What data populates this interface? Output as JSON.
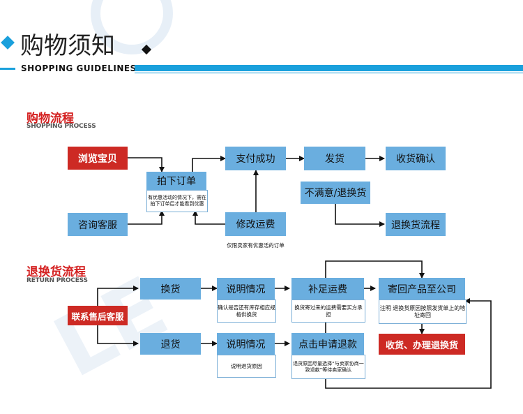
{
  "header": {
    "title": "购物须知",
    "subtitle": "SHOPPING GUIDELINES",
    "accent_color": "#1aa0dc"
  },
  "shopping": {
    "title": "购物流程",
    "subtitle": "SHOPPING PROCESS",
    "browse": "浏览宝贝",
    "consult": "咨询客服",
    "order": "拍下订单",
    "order_note": "有优惠活动的情况下，需在拍下订单后才能看到优惠",
    "pay": "支付成功",
    "modify": "修改运费",
    "modify_note": "仅限卖家有优惠活的订单",
    "ship": "发货",
    "unsatisfied": "不满意/退换货",
    "receive": "收货确认",
    "return_flow": "退换货流程"
  },
  "returns": {
    "title": "退换货流程",
    "subtitle": "RETURN PROCESS",
    "contact": "联系售后客服",
    "exchange": "换货",
    "refund": "退货",
    "explain1": "说明情况",
    "explain1_note": "确认是否还有库存相应规格供换货",
    "explain2": "说明情况",
    "explain2_note": "说明退货原因",
    "fee": "补足运费",
    "fee_note": "换货寄过来的运费需要买方承担",
    "apply": "点击申请退款",
    "apply_note": "退货原因尽量选择“与卖家协商一致退款”等待卖家确认",
    "send_back": "寄回产品至公司",
    "send_back_note": "注明 退换货原因按照发货单上的地址寄回",
    "finish": "收货、办理退换货"
  },
  "colors": {
    "box_blue": "#6aaedf",
    "box_red": "#cd2a24",
    "title_red": "#d42020"
  }
}
